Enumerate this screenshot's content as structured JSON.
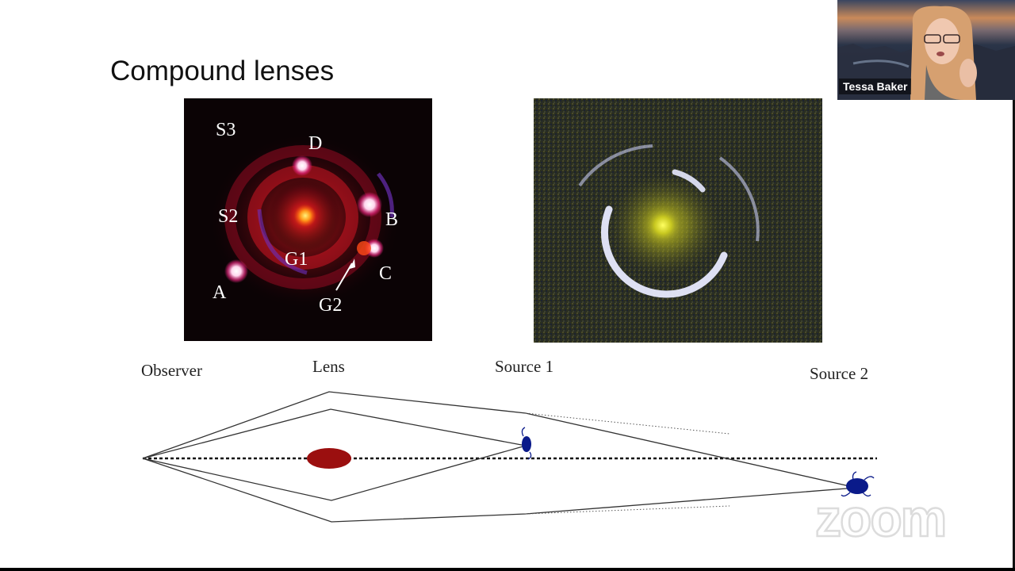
{
  "slide": {
    "title": "Compound lenses"
  },
  "left_image": {
    "labels": {
      "s3": "S3",
      "d": "D",
      "s2": "S2",
      "b": "B",
      "g1": "G1",
      "c": "C",
      "a": "A",
      "g2": "G2"
    }
  },
  "diagram": {
    "observer_label": "Observer",
    "lens_label": "Lens",
    "source1_label": "Source 1",
    "source2_label": "Source 2"
  },
  "participant": {
    "name": "Tessa Baker"
  },
  "watermark": {
    "text": "zoom"
  },
  "colors": {
    "lens_red": "#9b0f0f",
    "source_blue": "#0a1a8a"
  }
}
